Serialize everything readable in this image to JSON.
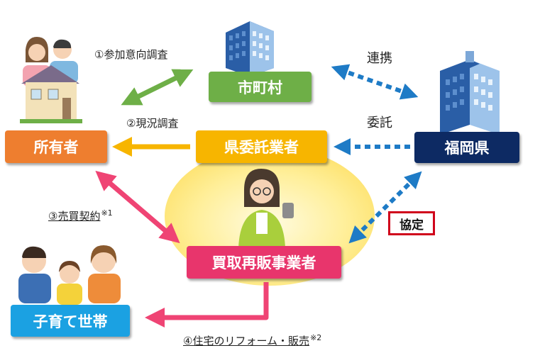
{
  "nodes": {
    "owner": "所有者",
    "municipality": "市町村",
    "contractor": "県委託業者",
    "prefecture": "福岡県",
    "reseller": "買取再販事業者",
    "family": "子育て世帯"
  },
  "labels": {
    "survey_intent": "①参加意向調査",
    "survey_status": "②現況調査",
    "sales_contract": "③売買契約",
    "sales_contract_note": "※1",
    "reform_sale": "④住宅のリフォーム・販売",
    "reform_sale_note": "※2",
    "cooperation": "連携",
    "commission": "委託",
    "agreement": "協定"
  },
  "colors": {
    "owner": "#ee7e2f",
    "municipality": "#6eaf47",
    "contractor": "#f7b500",
    "prefecture": "#0d2a63",
    "reseller": "#e8356c",
    "family": "#1ba1e2",
    "arrow_green": "#6eaf47",
    "arrow_orange": "#f7b500",
    "arrow_pink": "#ef4474",
    "arrow_blue": "#1e7bc6",
    "agreement_border": "#d0021b"
  }
}
